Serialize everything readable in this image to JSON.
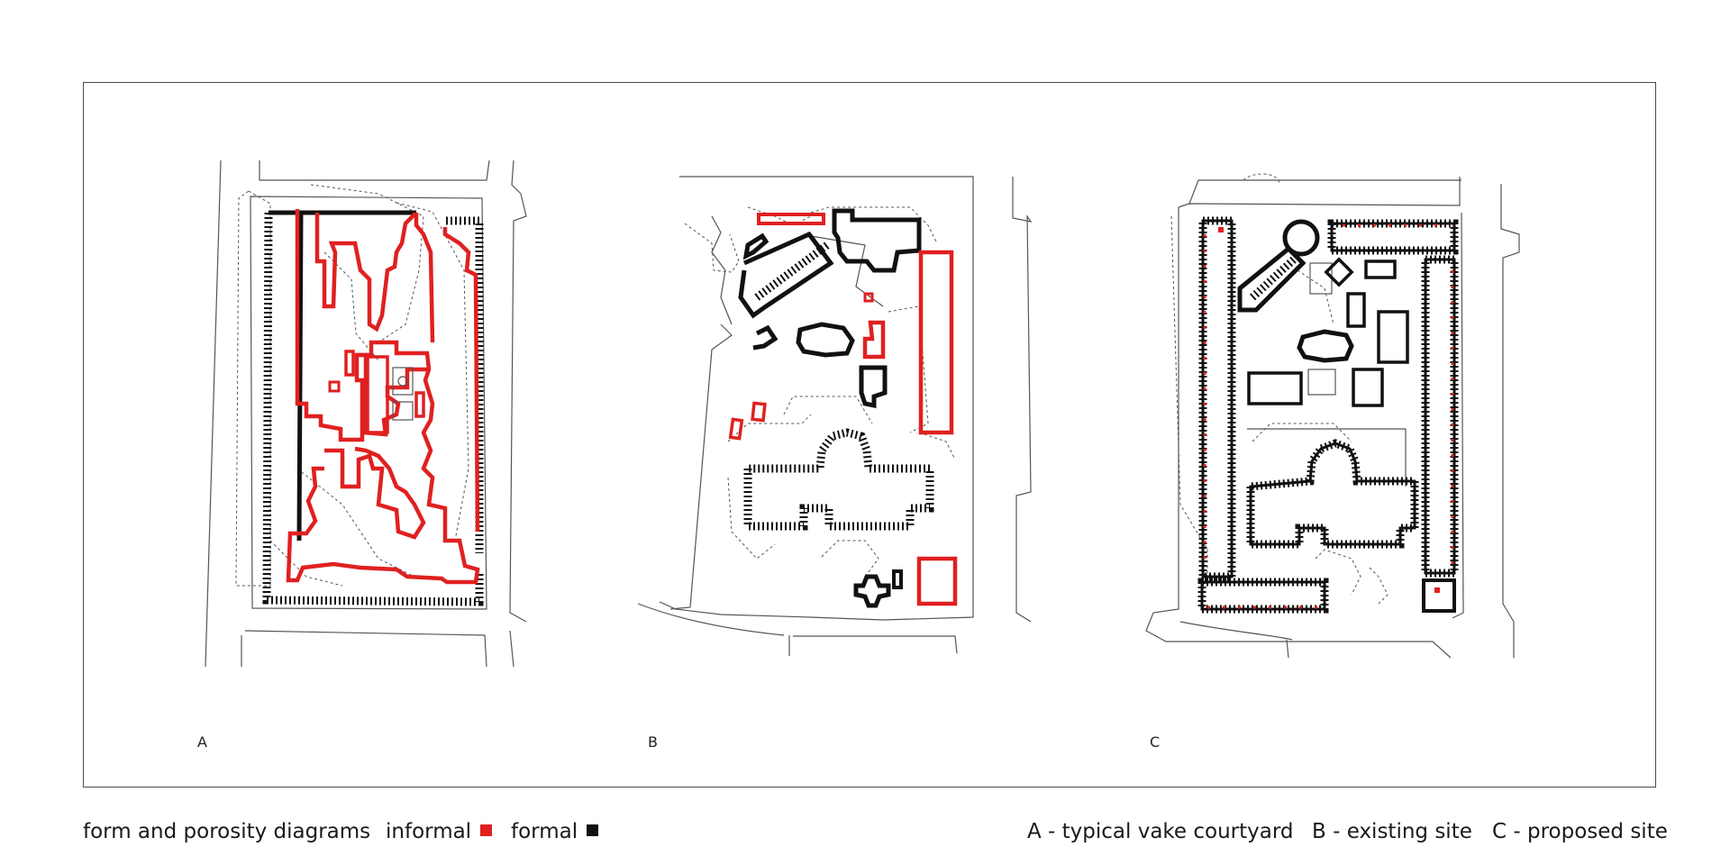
{
  "panels": [
    {
      "letter": "A"
    },
    {
      "letter": "B"
    },
    {
      "letter": "C"
    }
  ],
  "footer": {
    "title": "form and porosity diagrams",
    "legend": [
      {
        "label": "informal",
        "color": "#e02020"
      },
      {
        "label": "formal",
        "color": "#111111"
      }
    ],
    "captions": [
      "A - typical vake courtyard",
      "B - existing site",
      "C - proposed site"
    ]
  }
}
